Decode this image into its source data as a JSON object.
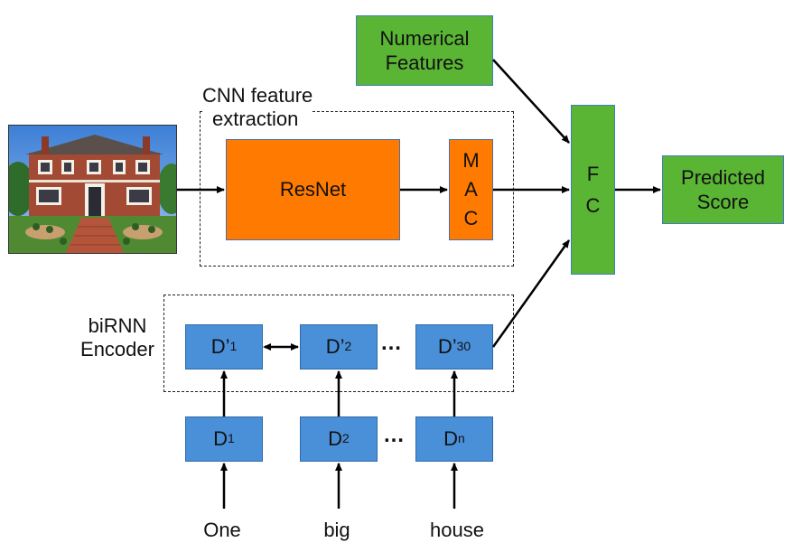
{
  "cnn_box_label_line1": "CNN feature",
  "cnn_box_label_line2": "extraction",
  "birnn_label_line1": "biRNN",
  "birnn_label_line2": "Encoder",
  "numerical_line1": "Numerical",
  "numerical_line2": "Features",
  "resnet": "ResNet",
  "mac": [
    "M",
    "A",
    "C"
  ],
  "fc": [
    "F",
    "C"
  ],
  "predicted_line1": "Predicted",
  "predicted_line2": "Score",
  "encoder_nodes": [
    {
      "base": "D’",
      "sub": "1"
    },
    {
      "base": "D’",
      "sub": "2"
    },
    {
      "base": "D’",
      "sub": "30"
    }
  ],
  "input_nodes": [
    {
      "base": "D",
      "sub": "1"
    },
    {
      "base": "D",
      "sub": "2"
    },
    {
      "base": "D",
      "sub": "n"
    }
  ],
  "ellipsis": "…",
  "words": [
    "One",
    "big",
    "house"
  ],
  "colors": {
    "green": "#5ab535",
    "orange": "#ff7a00",
    "blue": "#4a90d9"
  },
  "image_content": "house-photo"
}
